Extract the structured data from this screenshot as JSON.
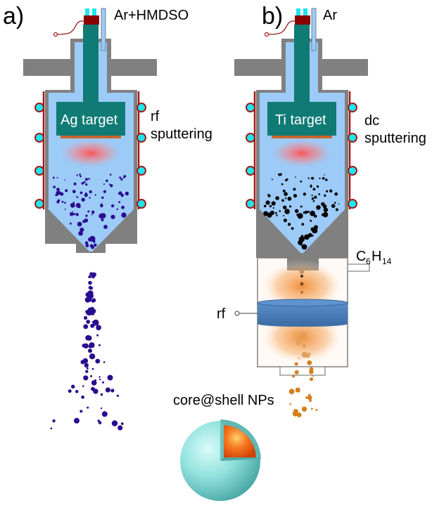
{
  "colors": {
    "chamber_fill": "#9ccbf8",
    "wall_gray": "#808080",
    "target_teal": "#0f7b74",
    "cathode_plate": "#c8652e",
    "cap_red": "#8b0000",
    "coil_cyan": "#1ee6ee",
    "coil_wire": "#a01818",
    "plasma_pink": "#ff5a5a",
    "np_ag": "#2a0c8e",
    "np_ti": "#050505",
    "np_coated": "#d47f1e",
    "rf_electrode": "#4f81bd",
    "shell": "#8ee0dc",
    "core": "#f05a10"
  },
  "panel_a": {
    "label": "a)",
    "gas": "Ar+HMDSO",
    "target": "Ag target",
    "power_line1": "rf",
    "power_line2": "sputtering",
    "nanoparticle_color_key": "np_ag"
  },
  "panel_b": {
    "label": "b)",
    "gas": "Ar",
    "target": "Ti target",
    "power_line1": "dc",
    "power_line2": "sputtering",
    "nanoparticle_color_key": "np_ti",
    "precursor_C": "C",
    "precursor_sub1": "6",
    "precursor_H": "H",
    "precursor_sub2": "14",
    "secondary_plasma": "rf"
  },
  "product": {
    "label": "core@shell NPs",
    "icon": "core-shell-sphere-icon"
  }
}
